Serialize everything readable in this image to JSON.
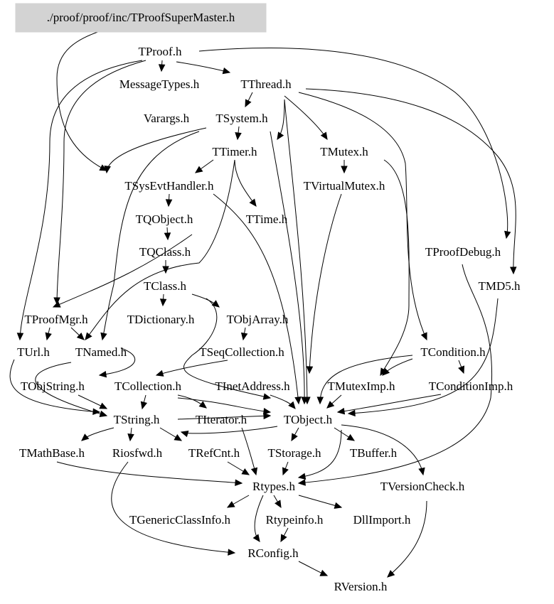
{
  "root": {
    "label": "./proof/proof/inc/TProofSuperMaster.h",
    "fill": "#d3d3d3"
  },
  "nodes": {
    "tproof": "TProof.h",
    "messagetypes": "MessageTypes.h",
    "tthread": "TThread.h",
    "varargs": "Varargs.h",
    "tsystem": "TSystem.h",
    "ttimer": "TTimer.h",
    "tmutex": "TMutex.h",
    "tsysevthandler": "TSysEvtHandler.h",
    "tvirtualmutex": "TVirtualMutex.h",
    "tqobject": "TQObject.h",
    "ttime": "TTime.h",
    "tqclass": "TQClass.h",
    "tproofdebug": "TProofDebug.h",
    "tclass": "TClass.h",
    "tmd5": "TMD5.h",
    "tproofmgr": "TProofMgr.h",
    "tdictionary": "TDictionary.h",
    "tobjarray": "TObjArray.h",
    "turl": "TUrl.h",
    "tnamed": "TNamed.h",
    "tseqcollection": "TSeqCollection.h",
    "tcondition": "TCondition.h",
    "tobjstring": "TObjString.h",
    "tcollection": "TCollection.h",
    "tinetaddress": "TInetAddress.h",
    "tmuteximp": "TMutexImp.h",
    "tconditionimp": "TConditionImp.h",
    "tstring": "TString.h",
    "titerator": "TIterator.h",
    "tobject": "TObject.h",
    "tmathbase": "TMathBase.h",
    "riosfwd": "Riosfwd.h",
    "trefcnt": "TRefCnt.h",
    "tstorage": "TStorage.h",
    "tbuffer": "TBuffer.h",
    "rtypes": "Rtypes.h",
    "tversioncheck": "TVersionCheck.h",
    "tgenericclassinfo": "TGenericClassInfo.h",
    "rtypeinfo": "Rtypeinfo.h",
    "dllimport": "DllImport.h",
    "rconfig": "RConfig.h",
    "rversion": "RVersion.h"
  }
}
